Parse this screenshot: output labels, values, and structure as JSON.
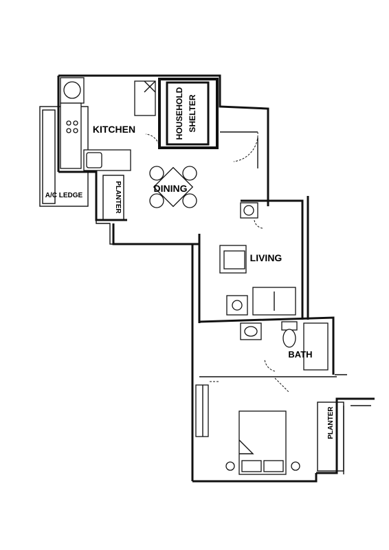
{
  "rooms": {
    "kitchen": "KITCHEN",
    "household_shelter_line1": "HOUSEHOLD",
    "household_shelter_line2": "SHELTER",
    "dining": "DINING",
    "ac_ledge": "A/C LEDGE",
    "planter_top": "PLANTER",
    "living": "LIVING",
    "bath": "BATH",
    "planter_bottom": "PLANTER"
  }
}
